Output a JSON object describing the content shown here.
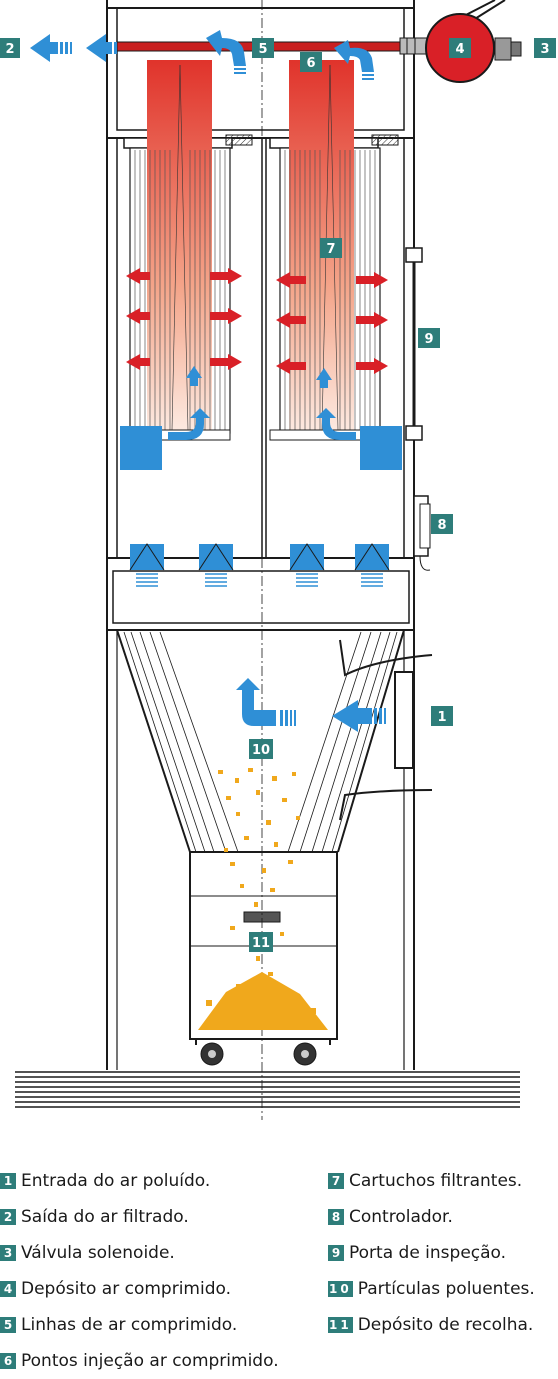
{
  "colors": {
    "badge": "#2e7d7a",
    "air_hot": "#e0332b",
    "air_clean": "#2f8fd6",
    "dust": "#f0a81c",
    "frame": "#1a1a1a"
  },
  "badges": {
    "b1": "1",
    "b2": "2",
    "b3": "3",
    "b4": "4",
    "b5": "5",
    "b6": "6",
    "b7": "7",
    "b8": "8",
    "b9": "9",
    "b10": "10",
    "b11": "11"
  },
  "legend": {
    "items": [
      {
        "num": "1",
        "text": "Entrada do ar poluído."
      },
      {
        "num": "2",
        "text": "Saída do ar filtrado."
      },
      {
        "num": "3",
        "text": "Válvula solenoide."
      },
      {
        "num": "4",
        "text": "Depósito ar comprimido."
      },
      {
        "num": "5",
        "text": "Linhas de ar comprimido."
      },
      {
        "num": "6",
        "text": "Pontos injeção ar comprimido."
      },
      {
        "num": "7",
        "text": "Cartuchos filtrantes."
      },
      {
        "num": "8",
        "text": "Controlador."
      },
      {
        "num": "9",
        "text": "Porta de inspeção."
      },
      {
        "num": "10",
        "text": "Partículas poluentes."
      },
      {
        "num": "11",
        "text": "Depósito de recolha."
      }
    ]
  }
}
